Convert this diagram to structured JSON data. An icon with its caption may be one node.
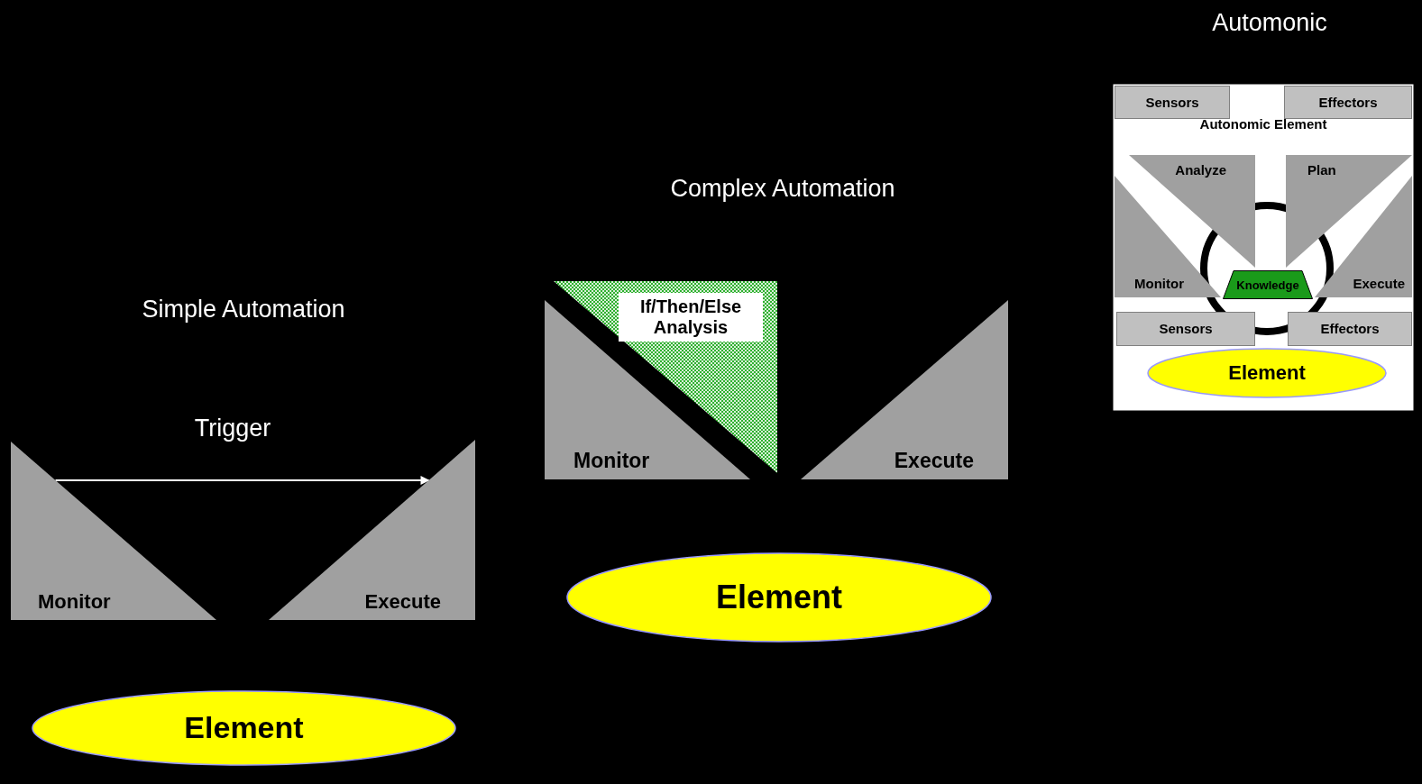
{
  "diagram": {
    "nodes": [
      {
        "text": [
          "Monitor"
        ]
      },
      {
        "text": [
          "Execute"
        ]
      },
      {
        "text": [
          "Element"
        ]
      },
      {
        "text": [
          "If/Then/Else Analysis"
        ]
      },
      {
        "text": [
          "Monitor"
        ]
      },
      {
        "text": [
          "Execute"
        ]
      },
      {
        "text": [
          "Element"
        ]
      },
      {
        "text": [
          "Autonomic Element"
        ]
      },
      {
        "text": [
          "Sensors"
        ],
        "in": 7
      },
      {
        "text": [
          "Effectors"
        ],
        "in": 7
      },
      {
        "text": [
          "Analyze"
        ],
        "in": 7
      },
      {
        "text": [
          "Plan"
        ],
        "in": 7
      },
      {
        "text": [
          "Monitor"
        ],
        "in": 7
      },
      {
        "text": [
          "Knowledge"
        ],
        "in": 7
      },
      {
        "text": [
          "Execute"
        ],
        "in": 7
      },
      {
        "text": [
          "Sensors"
        ],
        "in": 7
      },
      {
        "text": [
          "Effectors"
        ],
        "in": 7
      },
      {
        "text": [
          "Element"
        ],
        "in": 7
      }
    ],
    "edges": [
      {
        "from": 0,
        "to": 1,
        "arrow": "to",
        "label": "Trigger"
      }
    ],
    "labels": [
      "Automonic",
      "Complex Automation",
      "Simple Automation"
    ]
  }
}
